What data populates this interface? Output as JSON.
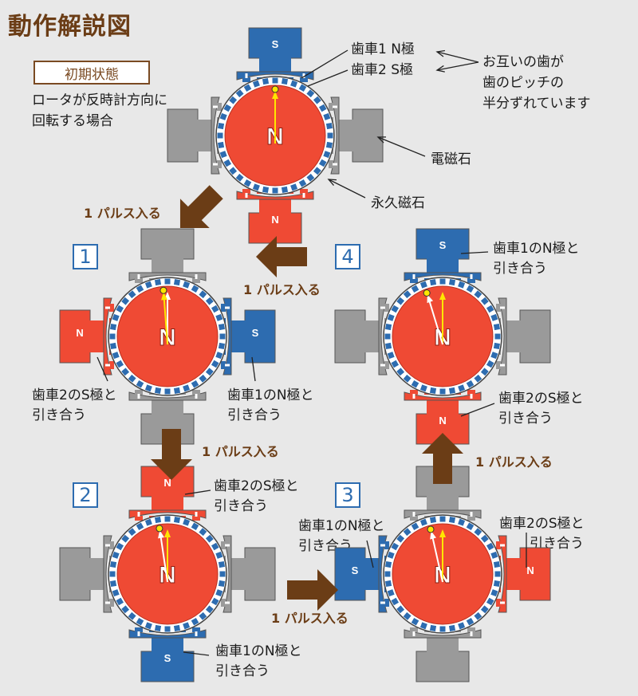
{
  "title": "動作解説図",
  "initial_state": {
    "badge": "初期状態",
    "desc_line1": "ロータが反時計方向に",
    "desc_line2": "回転する場合",
    "gear1_label": "歯車1 N極",
    "gear2_label": "歯車2 S極",
    "offset_line1": "お互いの歯が",
    "offset_line2": "歯のピッチの",
    "offset_line3": "半分ずれています",
    "electromagnet_label": "電磁石",
    "permanent_magnet_label": "永久磁石"
  },
  "pulse_label": "1 パルス入る",
  "rotor_pole": "N",
  "pole_n": "N",
  "pole_s": "S",
  "steps": [
    {
      "number": "1",
      "left_line1": "歯車2のS極と",
      "left_line2": "引き合う",
      "right_line1": "歯車1のN極と",
      "right_line2": "引き合う"
    },
    {
      "number": "2",
      "top_line1": "歯車2のS極と",
      "top_line2": "引き合う",
      "bottom_line1": "歯車1のN極と",
      "bottom_line2": "引き合う"
    },
    {
      "number": "3",
      "left_line1": "歯車1のN極と",
      "left_line2": "引き合う",
      "right_line1": "歯車2のS極と",
      "right_line2": "引き合う"
    },
    {
      "number": "4",
      "top_line1": "歯車1のN極と",
      "top_line2": "引き合う",
      "bottom_line1": "歯車2のS極と",
      "bottom_line2": "引き合う"
    }
  ],
  "colors": {
    "rotor": "#ef4a34",
    "n_pole": "#ef4a34",
    "s_pole": "#2d6cb0",
    "inactive": "#9a9a9a",
    "arrow_brown": "#6b3d16",
    "needle": "#ffe600",
    "background": "#e8e8e8"
  }
}
